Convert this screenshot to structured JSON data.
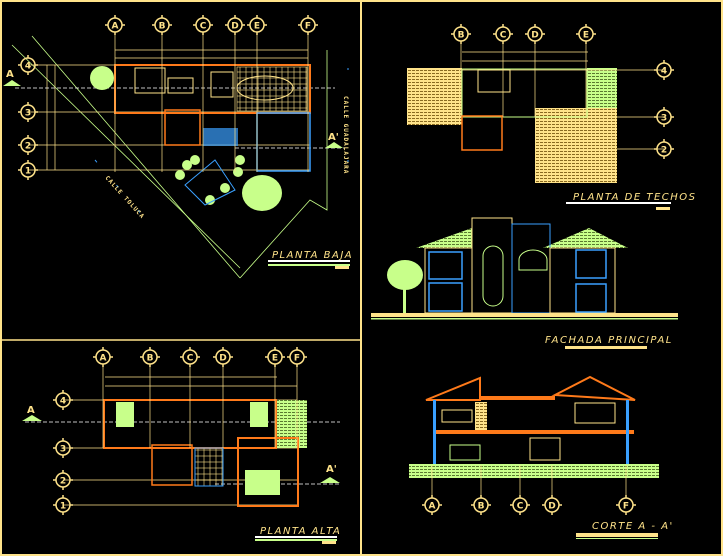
{
  "drawings": {
    "ground_floor": {
      "title": "PLANTA BAJA",
      "grid_cols": [
        "A",
        "B",
        "C",
        "D",
        "E",
        "F"
      ],
      "grid_rows": [
        "4",
        "3",
        "2",
        "1"
      ],
      "section_start": "A",
      "section_end": "A'",
      "street_left": "CALLE TOLUCA",
      "street_right": "CALLE GUADALAJARA"
    },
    "roof_plan": {
      "title": "PLANTA DE TECHOS",
      "grid_cols": [
        "B",
        "C",
        "D",
        "E"
      ],
      "grid_rows": [
        "4",
        "3",
        "2"
      ]
    },
    "facade": {
      "title": "FACHADA PRINCIPAL"
    },
    "upper_floor": {
      "title": "PLANTA ALTA",
      "grid_cols": [
        "A",
        "B",
        "C",
        "D",
        "E",
        "F"
      ],
      "grid_rows": [
        "4",
        "3",
        "2",
        "1"
      ],
      "section_start": "A",
      "section_end": "A'"
    },
    "section": {
      "title": "CORTE A - A'",
      "grid_cols": [
        "A",
        "B",
        "C",
        "D",
        "F"
      ]
    }
  },
  "colors": {
    "background": "#000000",
    "frame": "#ffe38a",
    "walls": "#ff7a1a",
    "glass": "#3aa0ff",
    "vegetation": "#c8ff8a",
    "lines": "#ffe38a"
  }
}
